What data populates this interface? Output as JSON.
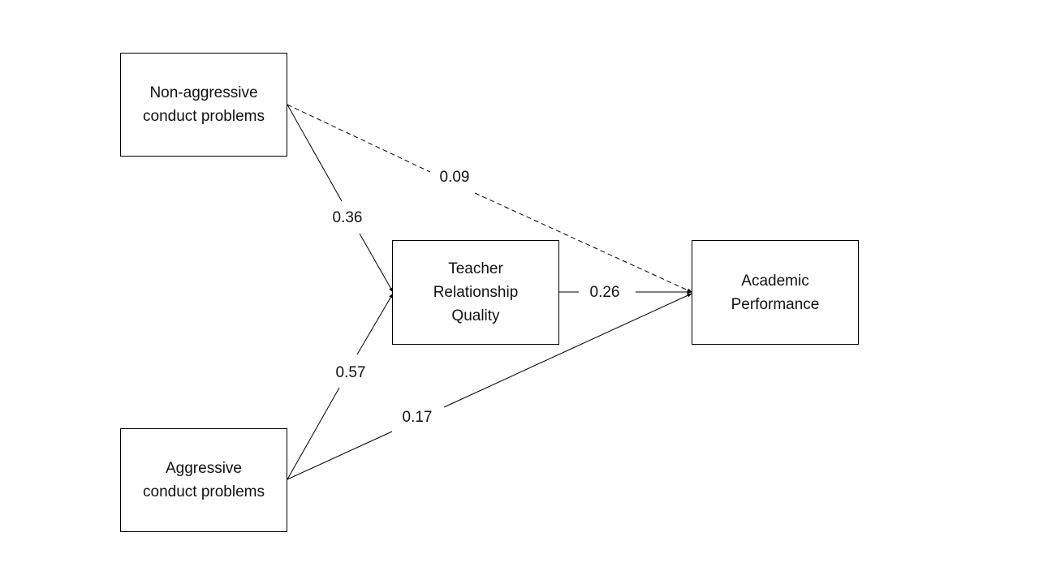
{
  "nodes": {
    "nonagg": {
      "label": "Non-aggressive\nconduct problems"
    },
    "agg": {
      "label": "Aggressive\nconduct problems"
    },
    "trq": {
      "label": "Teacher\nRelationship\nQuality"
    },
    "ap": {
      "label": "Academic\nPerformance"
    }
  },
  "paths": {
    "nonagg_trq": {
      "coef": "0.36",
      "style": "solid"
    },
    "agg_trq": {
      "coef": "0.57",
      "style": "solid"
    },
    "trq_ap": {
      "coef": "0.26",
      "style": "solid"
    },
    "nonagg_ap": {
      "coef": "0.09",
      "style": "dashed"
    },
    "agg_ap": {
      "coef": "0.17",
      "style": "solid"
    }
  },
  "colors": {
    "line": "#000000",
    "text": "#111111"
  }
}
